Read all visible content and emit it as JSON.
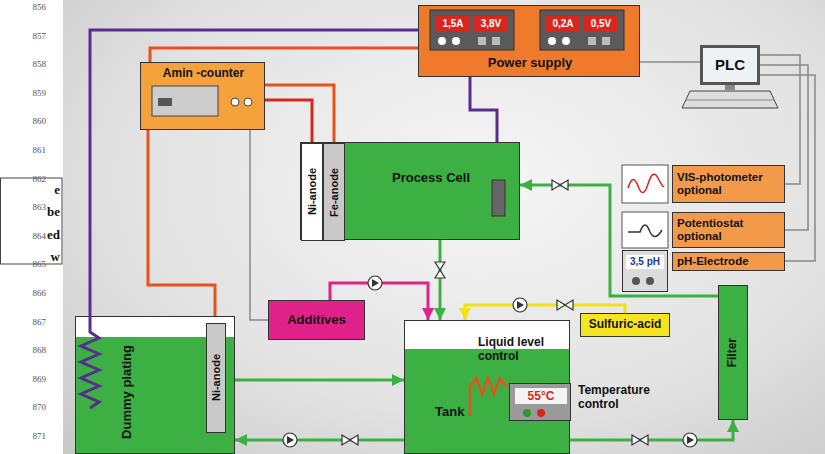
{
  "diagram": {
    "nodes": [
      {
        "text": [
          "1,5A",
          "3,8V",
          "0,2A",
          "0,5V",
          "Power supply"
        ]
      },
      {
        "text": [
          "PLC"
        ]
      },
      {
        "text": [
          "Amin -counter"
        ]
      },
      {
        "text": [
          "Process Cell"
        ]
      },
      {
        "text": [
          "Ni-anode"
        ],
        "in": 3
      },
      {
        "text": [
          "Fe-anode"
        ],
        "in": 3
      },
      {
        "text": [
          "VIS-photometer",
          "optional"
        ]
      },
      {
        "text": [
          "Potentiostat",
          "optional"
        ]
      },
      {
        "text": [
          "pH-Electrode"
        ]
      },
      {
        "text": [
          "3,5 pH"
        ]
      },
      {
        "text": [
          "Filter"
        ]
      },
      {
        "text": [
          "Additives"
        ]
      },
      {
        "text": [
          "Sulfuric-acid"
        ]
      },
      {
        "text": [
          "Dummy plating"
        ]
      },
      {
        "text": [
          "Ni-anode"
        ],
        "in": 13
      },
      {
        "text": [
          "Tank"
        ]
      },
      {
        "text": [
          "55°C",
          "Temperature control"
        ],
        "in": 15
      }
    ],
    "edges": [
      {
        "from": 0,
        "to": 13,
        "arrow": "none"
      },
      {
        "from": 0,
        "to": 3,
        "arrow": "none"
      },
      {
        "from": 0,
        "to": 2,
        "arrow": "none"
      },
      {
        "from": 2,
        "to": 4,
        "arrow": "none"
      },
      {
        "from": 2,
        "to": 5,
        "arrow": "none"
      },
      {
        "from": 2,
        "to": 14,
        "arrow": "none"
      },
      {
        "from": 2,
        "to": 11,
        "arrow": "none"
      },
      {
        "from": 1,
        "to": 0,
        "arrow": "none"
      },
      {
        "from": 1,
        "to": 6,
        "arrow": "none"
      },
      {
        "from": 1,
        "to": 7,
        "arrow": "none"
      },
      {
        "from": 1,
        "to": 8,
        "arrow": "none"
      },
      {
        "from": 3,
        "to": 15,
        "arrow": "to"
      },
      {
        "from": 11,
        "to": 15,
        "arrow": "to"
      },
      {
        "from": 12,
        "to": 15,
        "arrow": "to"
      },
      {
        "from": 15,
        "to": 10,
        "arrow": "to"
      },
      {
        "from": 10,
        "to": 3,
        "arrow": "to"
      },
      {
        "from": 13,
        "to": 15,
        "arrow": "to"
      },
      {
        "from": 15,
        "to": 13,
        "arrow": "to"
      }
    ],
    "labels": [
      "856",
      "857",
      "858",
      "859",
      "860",
      "861",
      "862",
      "863",
      "864",
      "865",
      "866",
      "867",
      "868",
      "869",
      "870",
      "871",
      "e",
      "be",
      "ed",
      "w",
      "Liquid level control"
    ]
  }
}
